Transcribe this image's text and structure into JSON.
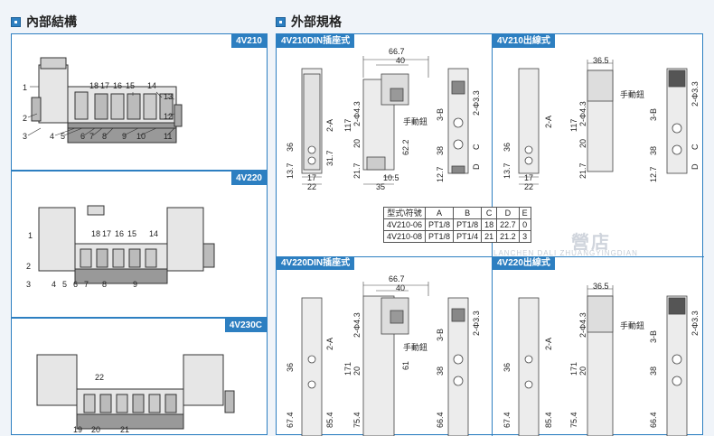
{
  "left_title": "內部結構",
  "right_title": "外部規格",
  "colors": {
    "accent": "#2d7fc1"
  },
  "panels": {
    "p1": "4V210",
    "p2": "4V220",
    "p3": "4V230C",
    "r1": "4V210DIN插座式",
    "r2": "4V210出線式",
    "r3": "4V220DIN插座式",
    "r4": "4V220出線式"
  },
  "callouts_4v210": [
    "1",
    "2",
    "3",
    "4",
    "5",
    "6",
    "7",
    "8",
    "9",
    "10",
    "11",
    "12",
    "13",
    "14",
    "15",
    "16",
    "17",
    "18"
  ],
  "callouts_4v220": [
    "1",
    "2",
    "3",
    "4",
    "5",
    "6",
    "7",
    "8",
    "9",
    "14",
    "15",
    "16",
    "17",
    "18"
  ],
  "callouts_4v230c": [
    "19",
    "20",
    "21",
    "22"
  ],
  "dims_r1": [
    "66.7",
    "40",
    "117",
    "62.2",
    "13.7",
    "36",
    "17",
    "22",
    "21.7",
    "20",
    "31.7",
    "10.5",
    "35",
    "12.7",
    "38",
    "2-A",
    "2-Φ4.3",
    "3-B",
    "D",
    "C",
    "2-Φ3.3",
    "手動鈕"
  ],
  "dims_r2": [
    "36.5",
    "117",
    "13.7",
    "36",
    "17",
    "22",
    "21.7",
    "20",
    "2-Φ4.3",
    "2-A",
    "3-B",
    "12.7",
    "38",
    "D",
    "C",
    "2-Φ3.3",
    "手動鈕"
  ],
  "dims_r3": [
    "66.7",
    "40",
    "171",
    "20",
    "61",
    "36",
    "67.4",
    "85.4",
    "75.4",
    "38",
    "66.4",
    "2-A",
    "2-Φ4.3",
    "3-B",
    "2-Φ3.3",
    "手動鈕"
  ],
  "dims_r4": [
    "36.5",
    "171",
    "20",
    "36",
    "67.4",
    "85.4",
    "75.4",
    "38",
    "66.4",
    "2-A",
    "2-Φ4.3",
    "3-B",
    "2-Φ3.3",
    "手動鈕"
  ],
  "spec_table": {
    "header": [
      "型式\\符號",
      "A",
      "B",
      "C",
      "D",
      "E"
    ],
    "rows": [
      [
        "4V210-06",
        "PT1/8",
        "PT1/8",
        "18",
        "22.7",
        "0"
      ],
      [
        "4V210-08",
        "PT1/8",
        "PT1/4",
        "21",
        "21.2",
        "3"
      ]
    ]
  },
  "watermark": "營店",
  "watermark_sub": "LANCHEN DALI ZHUANGYINGDIAN"
}
